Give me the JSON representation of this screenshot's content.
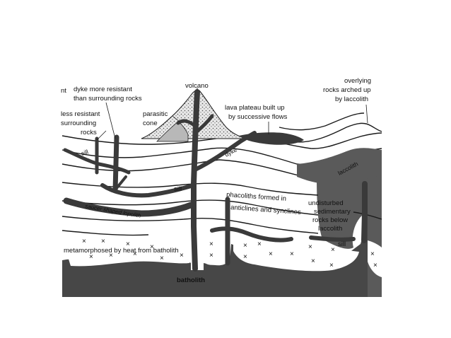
{
  "diagram": {
    "labels": {
      "nt": "nt",
      "dyke_resistant_1": "dyke more resistant",
      "dyke_resistant_2": "than surrounding rocks",
      "volcano": "volcano",
      "overlying_1": "overlying",
      "overlying_2": "rocks arched up",
      "overlying_3": "by laccolith",
      "less_resistant_1": "less resistant",
      "less_resistant_2": "surrounding",
      "less_resistant_3": "rocks",
      "parasitic_1": "parasitic",
      "parasitic_2": "cone",
      "lava_plateau_1": "lava plateau built up",
      "lava_plateau_2": "by successive flows",
      "sill_left": "sill",
      "dyke": "dyke",
      "laccolith": "laccolith",
      "sill_mid": "sill",
      "phacoliths_1": "phacoliths formed in",
      "phacoliths_2": "anticlines and synclines",
      "undisturbed_1": "undisturbed",
      "undisturbed_2": "sedimentary",
      "undisturbed_3": "rocks below",
      "undisturbed_4": "laccolith",
      "lopolith": "saucer shaped lopolith",
      "sill_right": "sill",
      "metamorphosed": "metamorphosed by heat from batholith",
      "batholith": "batholith"
    },
    "colors": {
      "ink": "#1a1a1a",
      "intrusion": "#3a3a3a",
      "batholith": "#444444",
      "volcano_fill": "#cfcfcf",
      "background": "#ffffff"
    },
    "marker_symbol": "×"
  }
}
